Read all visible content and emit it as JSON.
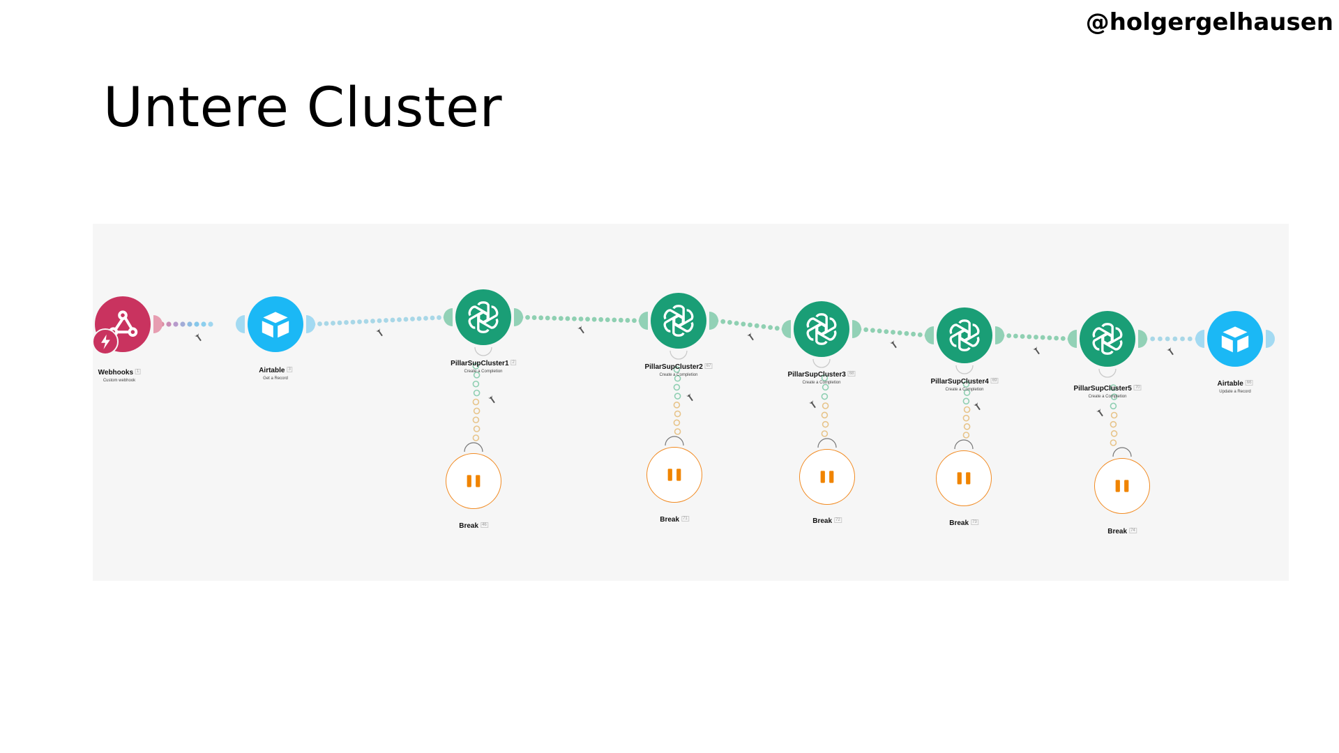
{
  "header": {
    "handle": "@holgergelhausen",
    "title": "Untere Cluster"
  },
  "colors": {
    "canvas": "#f6f6f6",
    "webhooks": "#c9335f",
    "airtable": "#1bb8f5",
    "openai": "#1a9e76",
    "break_ring": "#f18a21",
    "break_icon": "#f08400"
  },
  "scenario": {
    "modules": [
      {
        "key": "webhooks",
        "name": "Webhooks",
        "id": "1",
        "action": "Custom webhook",
        "icon": "webhook-icon"
      },
      {
        "key": "airtable_get",
        "name": "Airtable",
        "id": "3",
        "action": "Get a Record",
        "icon": "airtable-icon"
      },
      {
        "key": "cluster1",
        "name": "PillarSupCluster1",
        "id": "2",
        "action": "Create a Completion",
        "icon": "openai-icon"
      },
      {
        "key": "cluster2",
        "name": "PillarSupCluster2",
        "id": "67",
        "action": "Create a Completion",
        "icon": "openai-icon"
      },
      {
        "key": "cluster3",
        "name": "PillarSupCluster3",
        "id": "68",
        "action": "Create a Completion",
        "icon": "openai-icon"
      },
      {
        "key": "cluster4",
        "name": "PillarSupCluster4",
        "id": "69",
        "action": "Create a Completion",
        "icon": "openai-icon"
      },
      {
        "key": "cluster5",
        "name": "PillarSupCluster5",
        "id": "70",
        "action": "Create a Completion",
        "icon": "openai-icon"
      },
      {
        "key": "airtable_update",
        "name": "Airtable",
        "id": "66",
        "action": "Update a Record",
        "icon": "airtable-icon"
      }
    ],
    "breaks": [
      {
        "name": "Break",
        "id": "46",
        "icon": "pause-icon"
      },
      {
        "name": "Break",
        "id": "71",
        "icon": "pause-icon"
      },
      {
        "name": "Break",
        "id": "72",
        "icon": "pause-icon"
      },
      {
        "name": "Break",
        "id": "73",
        "icon": "pause-icon"
      },
      {
        "name": "Break",
        "id": "74",
        "icon": "pause-icon"
      }
    ],
    "filter_icon": "wrench-icon"
  }
}
